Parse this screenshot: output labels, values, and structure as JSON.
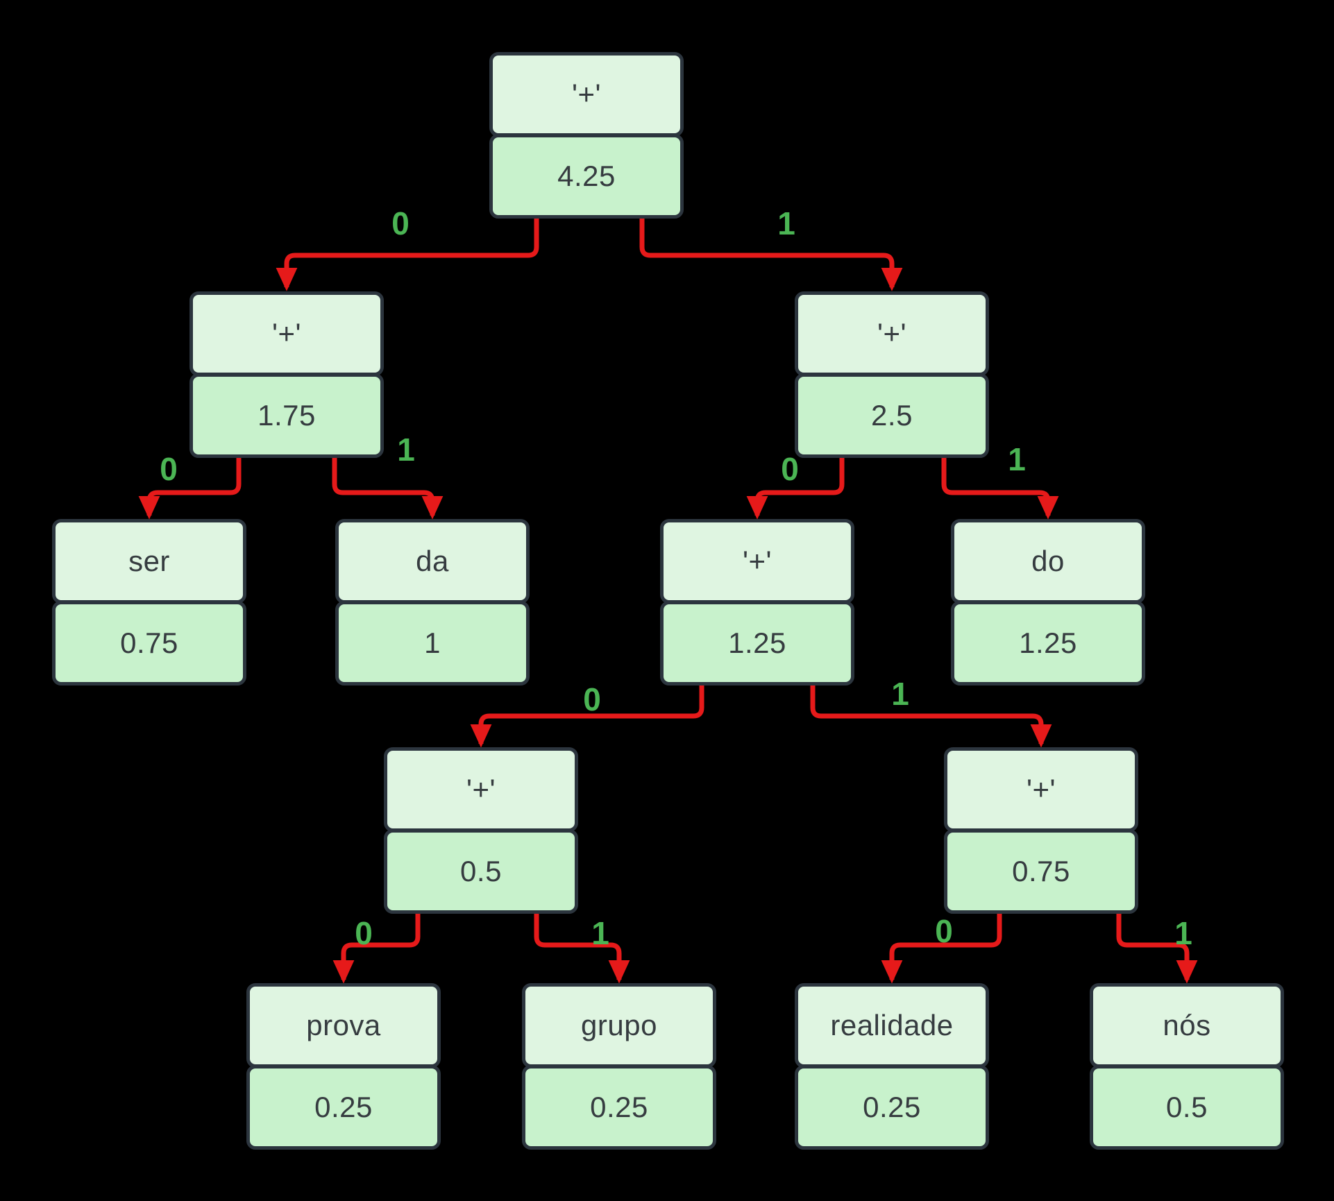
{
  "nodes": [
    {
      "id": "root",
      "label": "'+'",
      "value": "4.25"
    },
    {
      "id": "plus-1-75",
      "label": "'+'",
      "value": "1.75"
    },
    {
      "id": "plus-2-5",
      "label": "'+'",
      "value": "2.5"
    },
    {
      "id": "ser",
      "label": "ser",
      "value": "0.75"
    },
    {
      "id": "da",
      "label": "da",
      "value": "1"
    },
    {
      "id": "plus-1-25",
      "label": "'+'",
      "value": "1.25"
    },
    {
      "id": "do",
      "label": "do",
      "value": "1.25"
    },
    {
      "id": "plus-0-5",
      "label": "'+'",
      "value": "0.5"
    },
    {
      "id": "plus-0-75",
      "label": "'+'",
      "value": "0.75"
    },
    {
      "id": "prova",
      "label": "prova",
      "value": "0.25"
    },
    {
      "id": "grupo",
      "label": "grupo",
      "value": "0.25"
    },
    {
      "id": "realidade",
      "label": "realidade",
      "value": "0.25"
    },
    {
      "id": "nos",
      "label": "nós",
      "value": "0.5"
    }
  ],
  "edges": [
    {
      "from": "root",
      "to": "plus-1-75",
      "bit": "0"
    },
    {
      "from": "root",
      "to": "plus-2-5",
      "bit": "1"
    },
    {
      "from": "plus-1-75",
      "to": "ser",
      "bit": "0"
    },
    {
      "from": "plus-1-75",
      "to": "da",
      "bit": "1"
    },
    {
      "from": "plus-2-5",
      "to": "plus-1-25",
      "bit": "0"
    },
    {
      "from": "plus-2-5",
      "to": "do",
      "bit": "1"
    },
    {
      "from": "plus-1-25",
      "to": "plus-0-5",
      "bit": "0"
    },
    {
      "from": "plus-1-25",
      "to": "plus-0-75",
      "bit": "1"
    },
    {
      "from": "plus-0-5",
      "to": "prova",
      "bit": "0"
    },
    {
      "from": "plus-0-5",
      "to": "grupo",
      "bit": "1"
    },
    {
      "from": "plus-0-75",
      "to": "realidade",
      "bit": "0"
    },
    {
      "from": "plus-0-75",
      "to": "nos",
      "bit": "1"
    }
  ],
  "colors": {
    "background": "#000000",
    "node_top_fill": "#dff5e1",
    "node_bottom_fill": "#c8f2cc",
    "node_border": "#2c353e",
    "node_text": "#363c40",
    "edge_red": "#e61a1a",
    "bit_green": "#4bb554"
  }
}
